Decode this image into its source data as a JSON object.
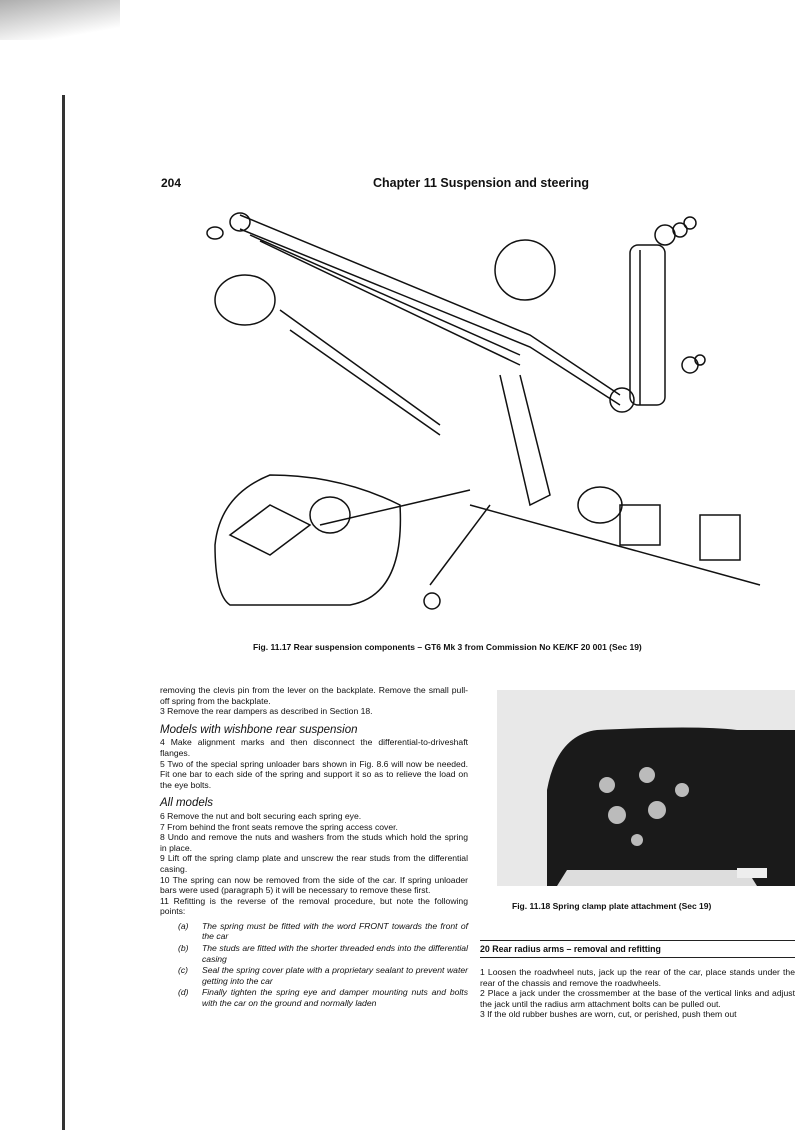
{
  "header": {
    "page_number": "204",
    "chapter_title": "Chapter 11  Suspension and steering"
  },
  "figure_1_caption": "Fig. 11.17 Rear suspension components – GT6 Mk 3 from Commission No KE/KF 20 001 (Sec 19)",
  "figure_2_caption": "Fig. 11.18 Spring clamp plate attachment (Sec 19)",
  "left_column": {
    "intro": "removing the clevis pin from the lever on the backplate. Remove the small pull-off spring from the backplate.",
    "p3": "3    Remove the rear dampers as described in Section 18.",
    "sub1": "Models with wishbone rear suspension",
    "p4": "4    Make alignment marks and then disconnect the differential-to-driveshaft flanges.",
    "p5": "5    Two of the special spring unloader bars shown in Fig. 8.6 will now be needed. Fit one bar to each side of the spring and support it so as to relieve the load on the eye bolts.",
    "sub2": "All models",
    "p6": "6    Remove the nut and bolt securing each spring eye.",
    "p7": "7    From behind the front seats remove the spring access cover.",
    "p8": "8    Undo and remove the nuts and washers from the studs which hold the spring in place.",
    "p9": "9    Lift off the spring clamp plate and unscrew the rear studs from the differential casing.",
    "p10": "10  The spring can now be removed from the side of the car. If spring unloader bars were used (paragraph 5) it will be necessary to remove these first.",
    "p11": "11  Refitting is the reverse of the removal procedure, but note the following points:",
    "items": [
      {
        "label": "(a)",
        "text": "The spring must be fitted with the word FRONT towards the front of the car"
      },
      {
        "label": "(b)",
        "text": "The studs are fitted with the shorter threaded ends into the differential casing"
      },
      {
        "label": "(c)",
        "text": "Seal the spring cover plate with a proprietary sealant to prevent water getting into the car"
      },
      {
        "label": "(d)",
        "text": "Finally tighten the spring eye and damper mounting nuts and bolts with the car on the ground and normally laden"
      }
    ]
  },
  "right_column": {
    "section_heading": "20  Rear radius arms – removal and refitting",
    "p1": "1    Loosen the roadwheel nuts, jack up the rear of the car, place stands under the rear of the chassis and remove the roadwheels.",
    "p2": "2    Place a jack under the crossmember at the base of the vertical links and adjust the jack until the radius arm attachment bolts can be pulled out.",
    "p3": "3    If the old rubber bushes are worn, cut, or perished, push them out"
  }
}
